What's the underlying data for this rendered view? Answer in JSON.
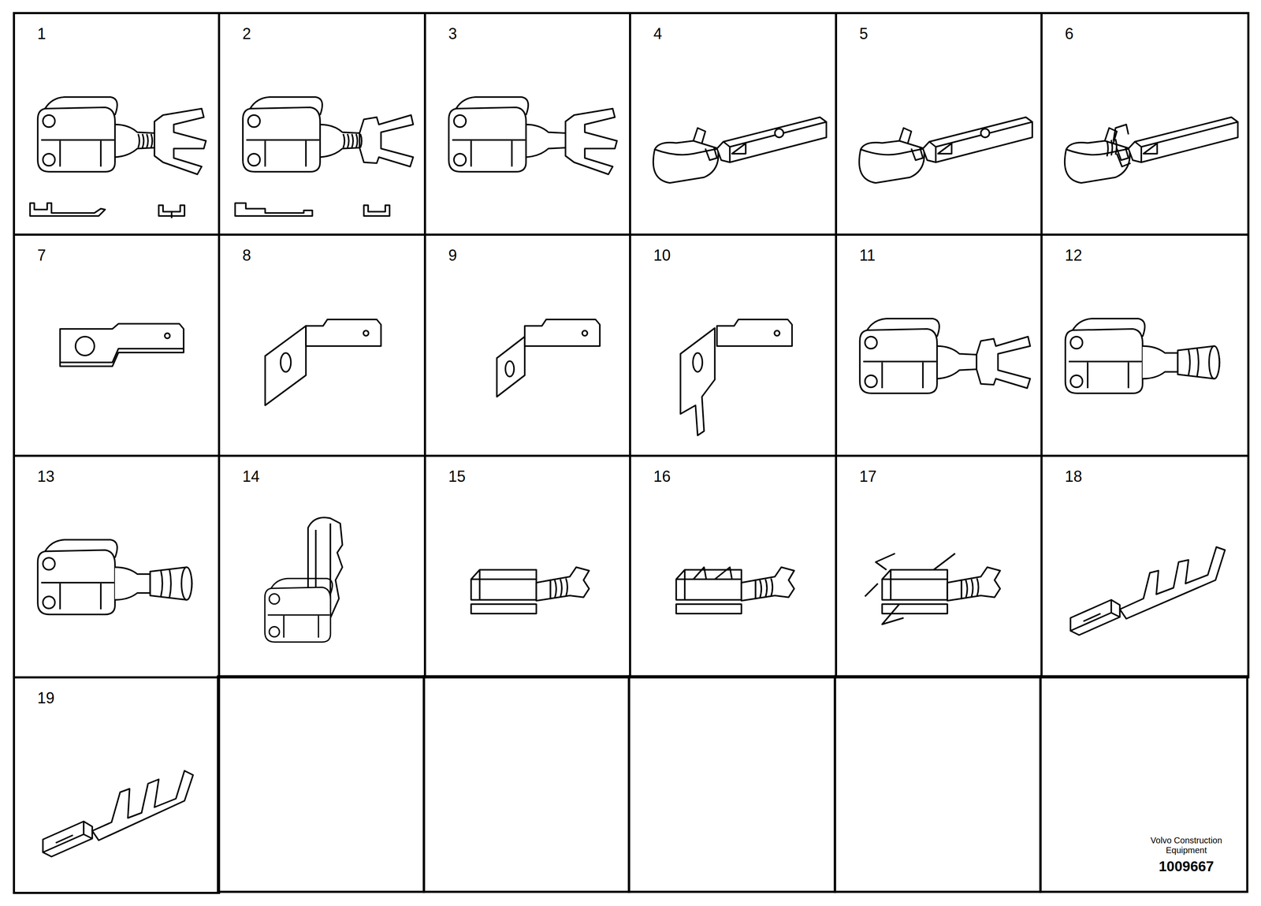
{
  "diagram": {
    "nodes": [
      {
        "text": [
          "1"
        ]
      },
      {
        "text": [
          "2"
        ]
      },
      {
        "text": [
          "3"
        ]
      },
      {
        "text": [
          "4"
        ]
      },
      {
        "text": [
          "5"
        ]
      },
      {
        "text": [
          "6"
        ]
      },
      {
        "text": [
          "7"
        ]
      },
      {
        "text": [
          "8"
        ]
      },
      {
        "text": [
          "9"
        ]
      },
      {
        "text": [
          "10"
        ]
      },
      {
        "text": [
          "11"
        ]
      },
      {
        "text": [
          "12"
        ]
      },
      {
        "text": [
          "13"
        ]
      },
      {
        "text": [
          "14"
        ]
      },
      {
        "text": [
          "15"
        ]
      },
      {
        "text": [
          "16"
        ]
      },
      {
        "text": [
          "17"
        ]
      },
      {
        "text": [
          "18"
        ]
      },
      {
        "text": [
          "19"
        ]
      }
    ],
    "labels": [
      "Volvo Construction Equipment",
      "1009667"
    ]
  }
}
